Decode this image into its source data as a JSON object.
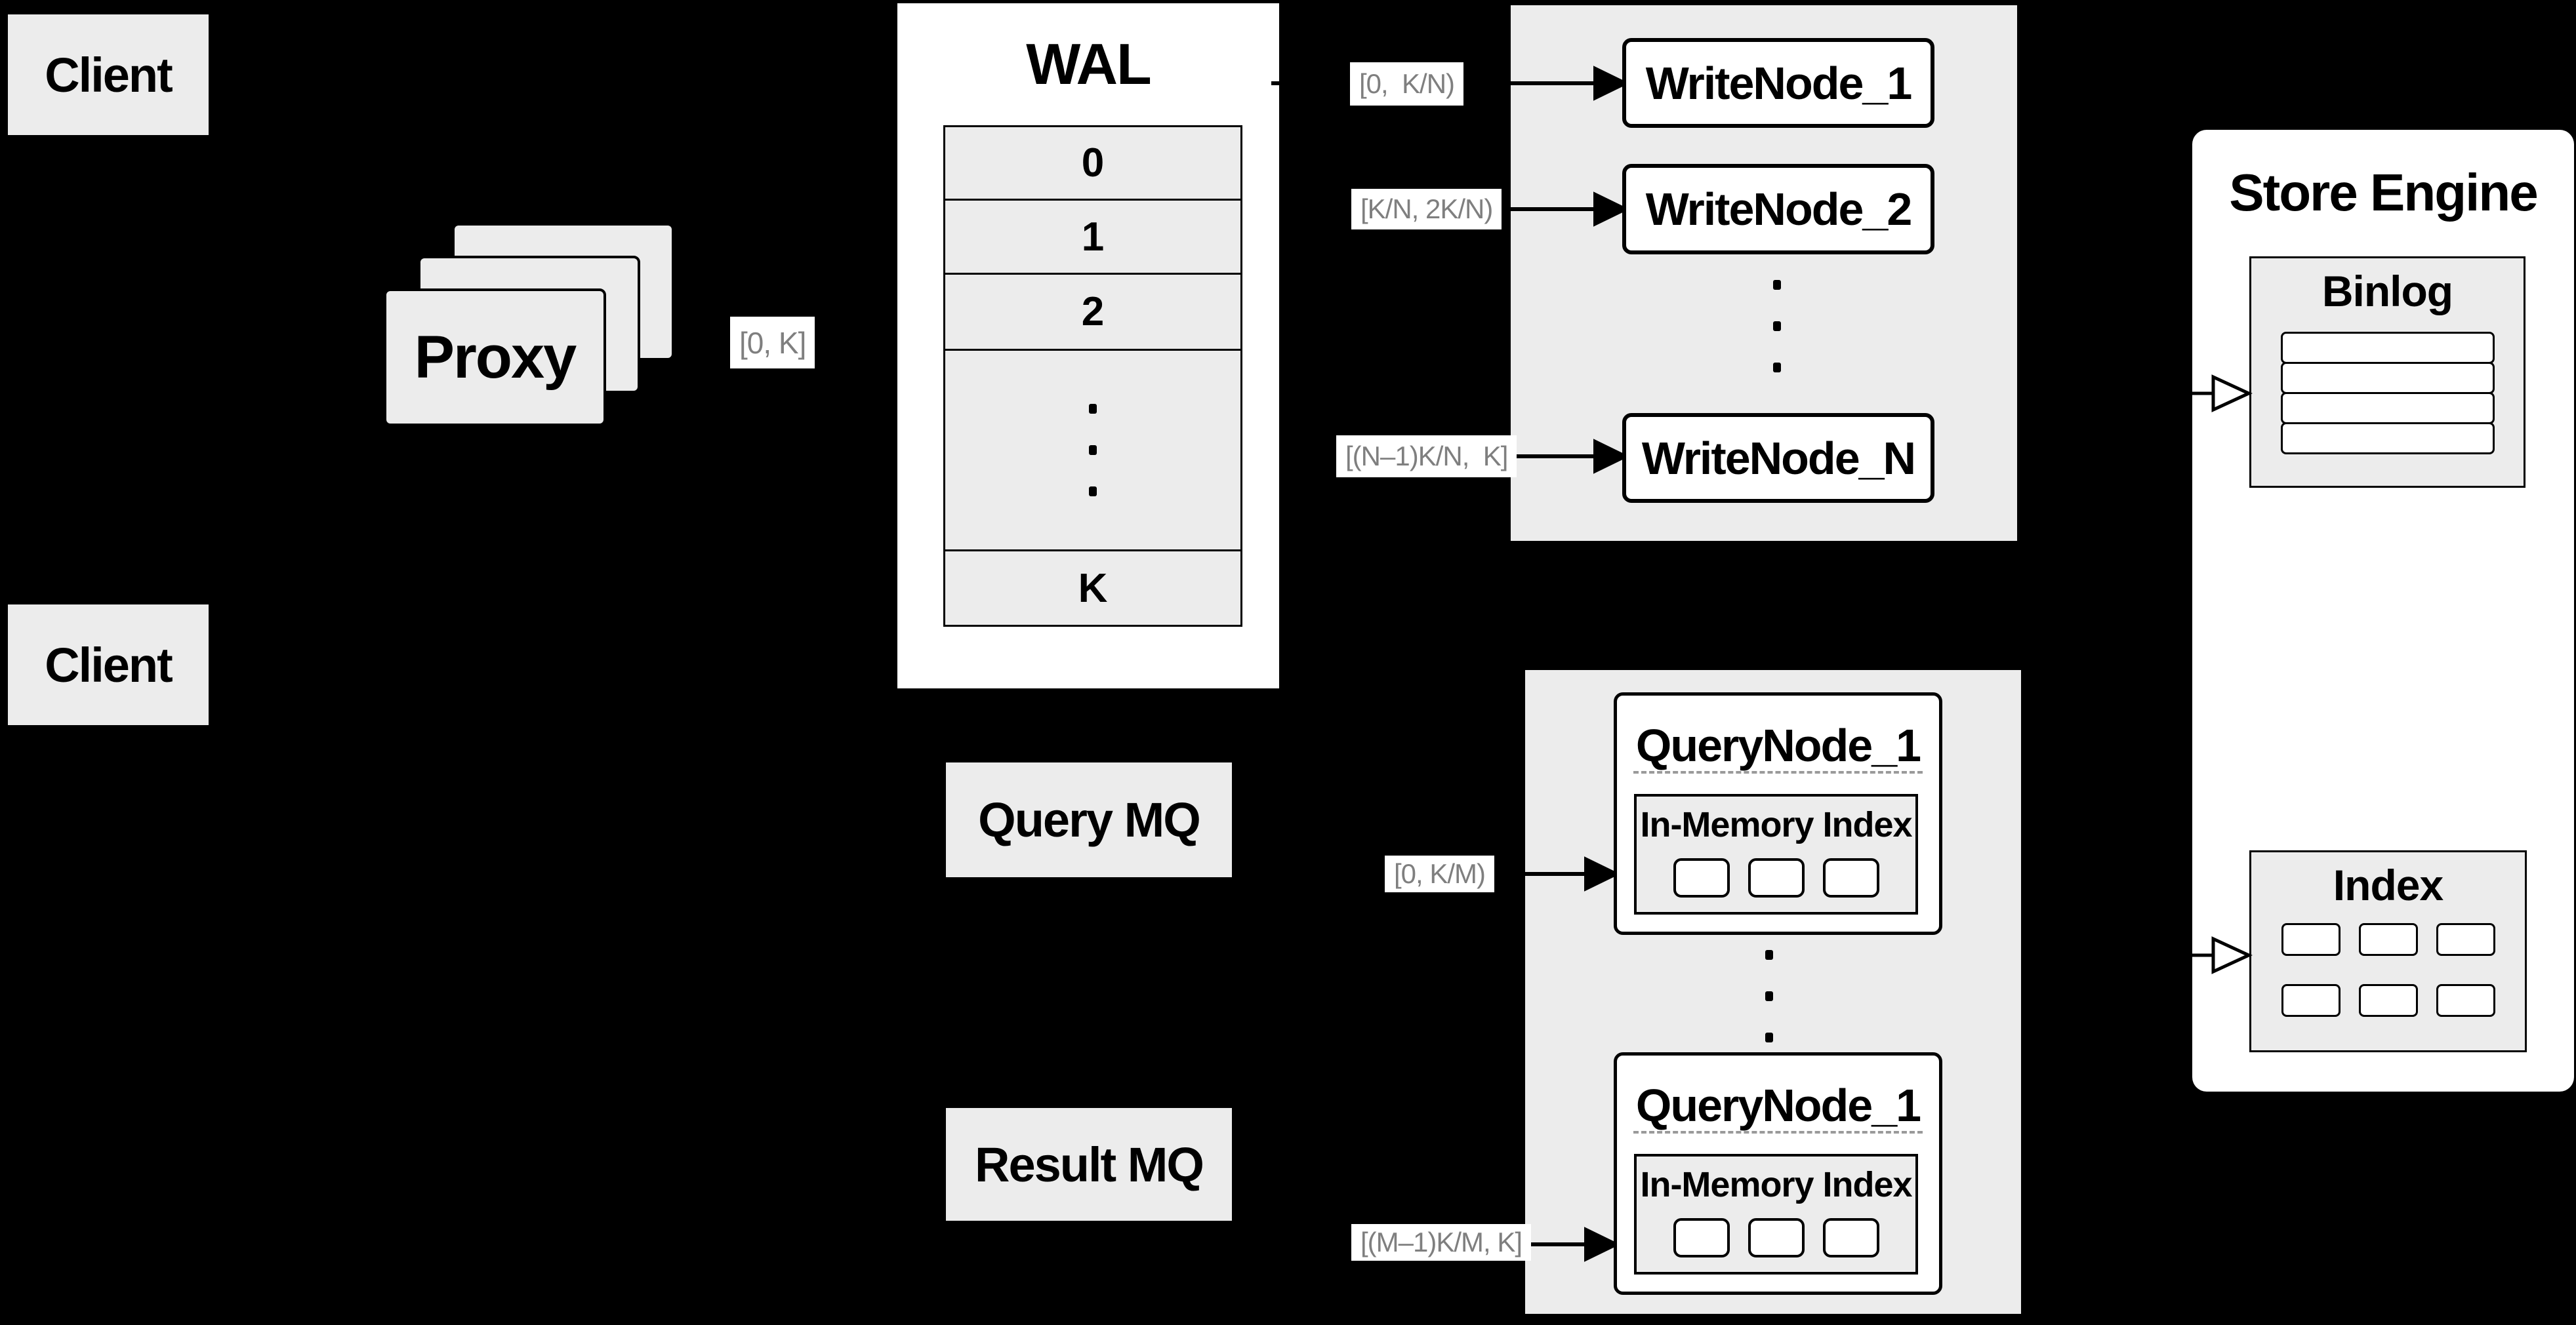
{
  "colors": {
    "background": "#000000",
    "panel_gray": "#ececec",
    "node_white": "#ffffff",
    "border_black": "#000000",
    "edge_label_text": "#7f7f7f",
    "dashed_separator": "#9a9a9a"
  },
  "clients": {
    "top": "Client",
    "bottom": "Client"
  },
  "proxy": {
    "label": "Proxy"
  },
  "wal": {
    "title": "WAL",
    "rows": [
      "0",
      "1",
      "2"
    ],
    "last_row": "K"
  },
  "edge_labels": {
    "proxy_to_wal": "[0, K]",
    "to_writenode_1": "[0,  K/N)",
    "to_writenode_2": "[K/N, 2K/N)",
    "to_writenode_n": "[(N–1)K/N,  K]",
    "to_querynode_1": "[0, K/M)",
    "to_querynode_m": "[(M–1)K/M, K]"
  },
  "write_nodes": {
    "n1": "WriteNode_1",
    "n2": "WriteNode_2",
    "nN": "WriteNode_N"
  },
  "query_nodes": {
    "top": {
      "title": "QueryNode_1",
      "inmem_title": "In-Memory Index"
    },
    "bottom": {
      "title": "QueryNode_1",
      "inmem_title": "In-Memory Index"
    }
  },
  "mq": {
    "query": "Query MQ",
    "result": "Result MQ"
  },
  "store_engine": {
    "title": "Store Engine",
    "binlog_title": "Binlog",
    "index_title": "Index"
  }
}
